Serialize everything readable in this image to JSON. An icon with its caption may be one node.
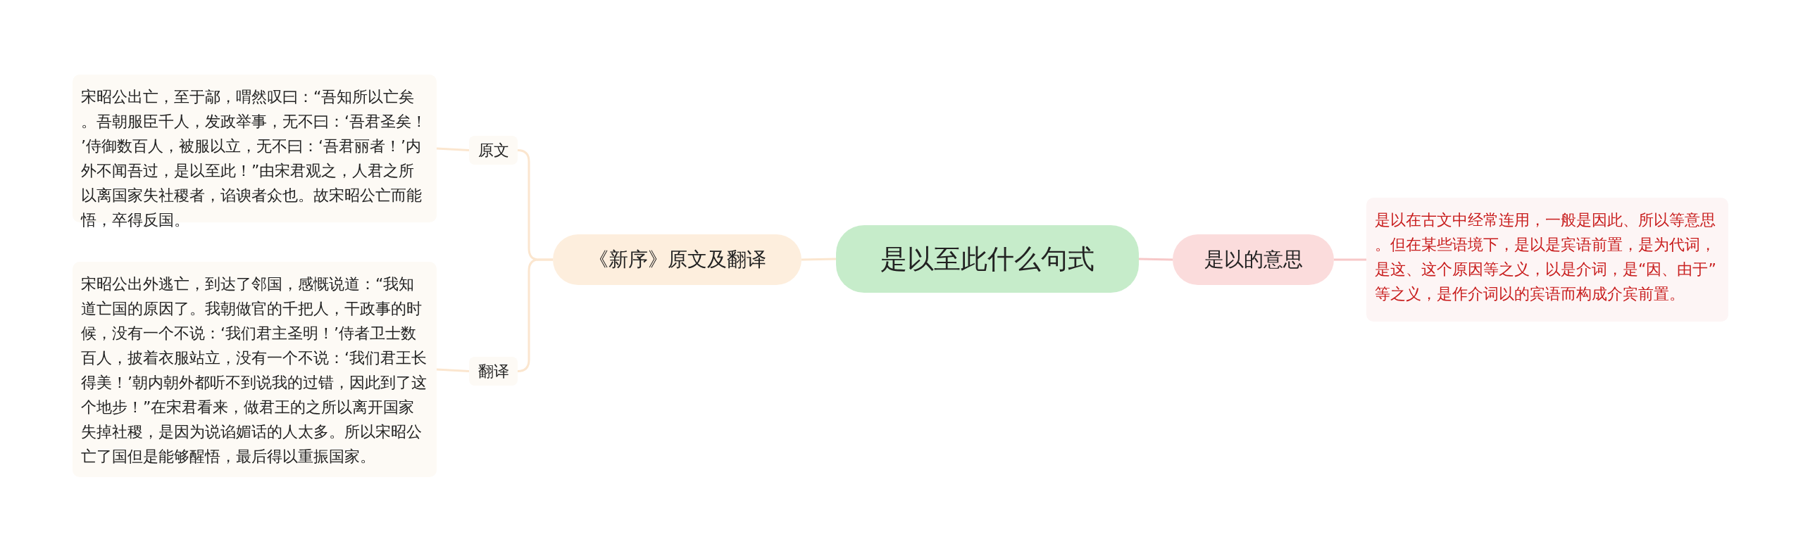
{
  "diagram": {
    "nodes": [
      {
        "text": [
          "是以至此什么句式"
        ]
      },
      {
        "text": [
          "《新序》原文及翻译"
        ]
      },
      {
        "text": [
          "原文"
        ]
      },
      {
        "text": [
          "宋昭公出亡，至于鄗，喟然叹曰：“吾知所以亡矣。吾朝服臣千人，发政举事，无不曰：‘吾君圣矣！’侍御数百人，被服以立，无不曰：‘吾君丽者！’内外不闻吾过，是以至此！”由宋君观之，人君之所以离国家失社稷者，谄谀者众也。故宋昭公亡而能悟，卒得反国。"
        ]
      },
      {
        "text": [
          "翻译"
        ]
      },
      {
        "text": [
          "宋昭公出外逃亡，到达了邻国，感慨说道：“我知道亡国的原因了。我朝做官的千把人，干政事的时候，没有一个不说：‘我们君主圣明！’侍者卫士数百人，披着衣服站立，没有一个不说：‘我们君王长得美！’朝内朝外都听不到说我的过错，因此到了这个地步！”在宋君看来，做君王的之所以离开国家失掉社稷，是因为说谄媚话的人太多。所以宋昭公亡了国但是能够醒悟，最后得以重振国家。"
        ]
      },
      {
        "text": [
          "是以的意思"
        ]
      },
      {
        "text": [
          "是以在古文中经常连用，一般是因此、所以等意思。但在某些语境下，是以是宾语前置，是为代词，是这、这个原因等之义，以是介词，是“因、由于”等之义，是作介词以的宾语而构成介宾前置。"
        ]
      }
    ],
    "edges": [
      {
        "from": 0,
        "to": 1,
        "arrow": "none"
      },
      {
        "from": 1,
        "to": 2,
        "arrow": "none"
      },
      {
        "from": 2,
        "to": 3,
        "arrow": "none"
      },
      {
        "from": 1,
        "to": 4,
        "arrow": "none"
      },
      {
        "from": 4,
        "to": 5,
        "arrow": "none"
      },
      {
        "from": 0,
        "to": 6,
        "arrow": "none",
        "color": "#f7c8c8"
      },
      {
        "from": 6,
        "to": 7,
        "arrow": "none",
        "color": "#f7c8c8"
      }
    ]
  }
}
